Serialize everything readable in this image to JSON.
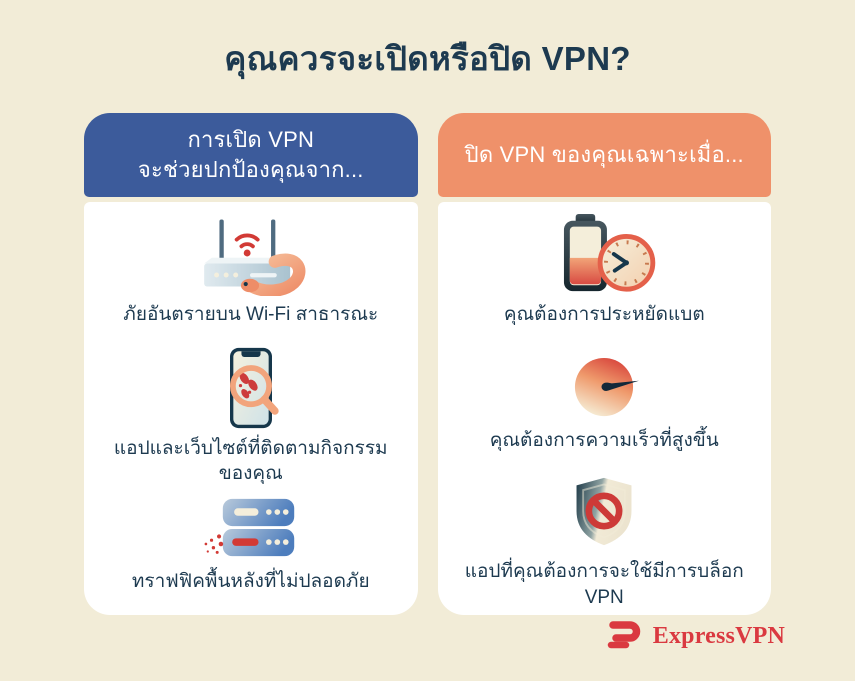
{
  "page": {
    "title": "คุณควรจะเปิดหรือปิด VPN?"
  },
  "cards": {
    "on": {
      "header": "การเปิด VPN\nจะช่วยปกป้องคุณจาก...",
      "header_color": "#3c5b9b",
      "items": [
        {
          "icon": "router-snake-icon",
          "label": "ภัยอันตรายบน Wi-Fi สาธารณะ"
        },
        {
          "icon": "phone-tracking-icon",
          "label": "แอปและเว็บไซต์ที่ติดตามกิจกรรม\nของคุณ"
        },
        {
          "icon": "server-leak-icon",
          "label": "ทราฟฟิคพื้นหลังที่ไม่ปลอดภัย"
        }
      ]
    },
    "off": {
      "header": "ปิด VPN ของคุณเฉพาะเมื่อ...",
      "header_color": "#ef916a",
      "items": [
        {
          "icon": "battery-clock-icon",
          "label": "คุณต้องการประหยัดแบต"
        },
        {
          "icon": "speedometer-icon",
          "label": "คุณต้องการความเร็วที่สูงขึ้น"
        },
        {
          "icon": "shield-vpn-blocked-icon",
          "label": "แอปที่คุณต้องการจะใช้มีการบล็อก\nVPN"
        }
      ]
    }
  },
  "footer": {
    "brand": "ExpressVPN"
  },
  "colors": {
    "background": "#f2ecd7",
    "card_body": "#ffffff",
    "vpn_on_header": "#3c5b9b",
    "vpn_off_header": "#ef916a",
    "text": "#1d3a50",
    "alert_red": "#d23a35",
    "brand_red": "#da3940"
  }
}
